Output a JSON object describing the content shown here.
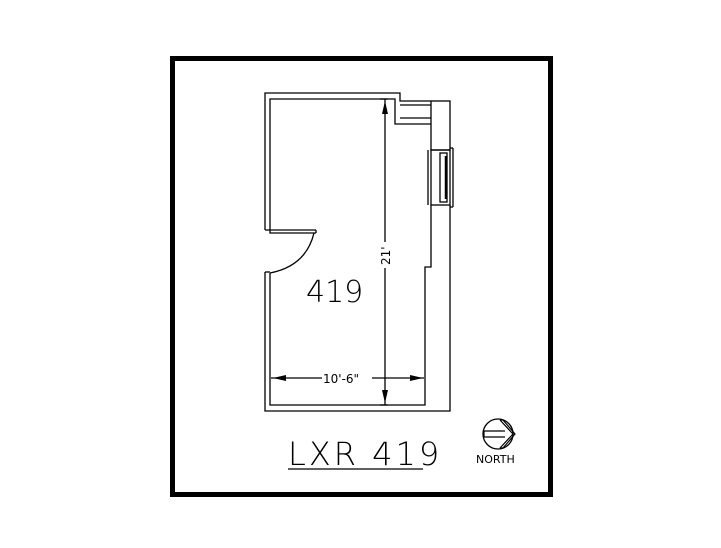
{
  "drawing": {
    "title": "LXR 419",
    "room_number": "419",
    "dimensions": {
      "length": "21'",
      "width": "10'-6\""
    },
    "compass": {
      "label": "NORTH",
      "direction": "right"
    },
    "colors": {
      "line": "#000000",
      "background": "#ffffff"
    }
  }
}
